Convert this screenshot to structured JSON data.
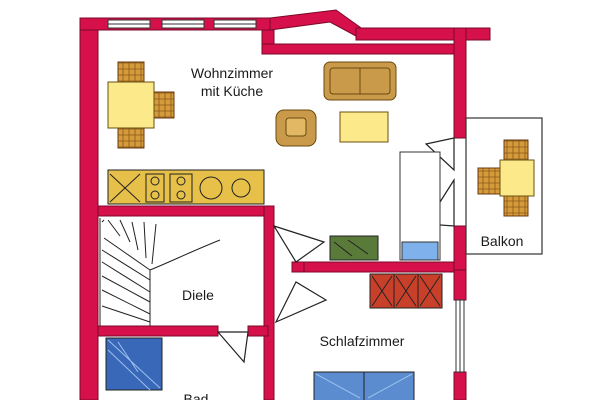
{
  "rooms": {
    "living": {
      "line1": "Wohnzimmer",
      "line2": "mit Küche"
    },
    "hall": "Diele",
    "bedroom": "Schlafzimmer",
    "bath": "Bad",
    "balcony": "Balkon"
  },
  "colors": {
    "wall": "#d6104a",
    "wall_outline": "#7a0a2a",
    "chair": "#c8842a",
    "table": "#fbe98a",
    "sofa": "#c99a4a",
    "kitchen": "#e7c04a",
    "tv": "#5a7a3a",
    "dresser": "#c9402a",
    "bed": "#5b8ccf",
    "bathtub": "#3a68b8",
    "fridge": "#7fb2ec"
  }
}
